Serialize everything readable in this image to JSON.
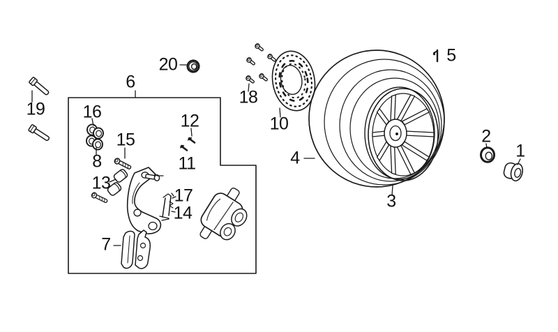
{
  "colors": {
    "ink": "#1a1a1a",
    "background": "#ffffff"
  },
  "labels": {
    "p1": "1",
    "p2": "2",
    "p3": "3",
    "p4": "4",
    "p5": "5",
    "p6": "6",
    "p7": "7",
    "p8": "8",
    "p10": "10",
    "p11": "11",
    "p12": "12",
    "p13": "13",
    "p14": "14",
    "p15": "15",
    "p16": "16",
    "p17": "17",
    "p18": "18",
    "p19": "19",
    "p20": "20"
  },
  "part_semantics": {
    "p1": "hub-bushing",
    "p2": "seal-ring",
    "p3": "wheel-rim",
    "p4": "tire",
    "p5": "small-pin",
    "p6": "caliper-assembly-box",
    "p7": "brake-pads",
    "p8": "lower-bushings",
    "p10": "brake-disc",
    "p11": "small-screw",
    "p12": "small-screw",
    "p13": "rubber-boots",
    "p14": "pad-retainer",
    "p15": "pin-bolt",
    "p16": "upper-bushings",
    "p17": "retainer-clip",
    "p18": "disc-bolts",
    "p19": "axle-bolts",
    "p20": "axle-nut"
  }
}
